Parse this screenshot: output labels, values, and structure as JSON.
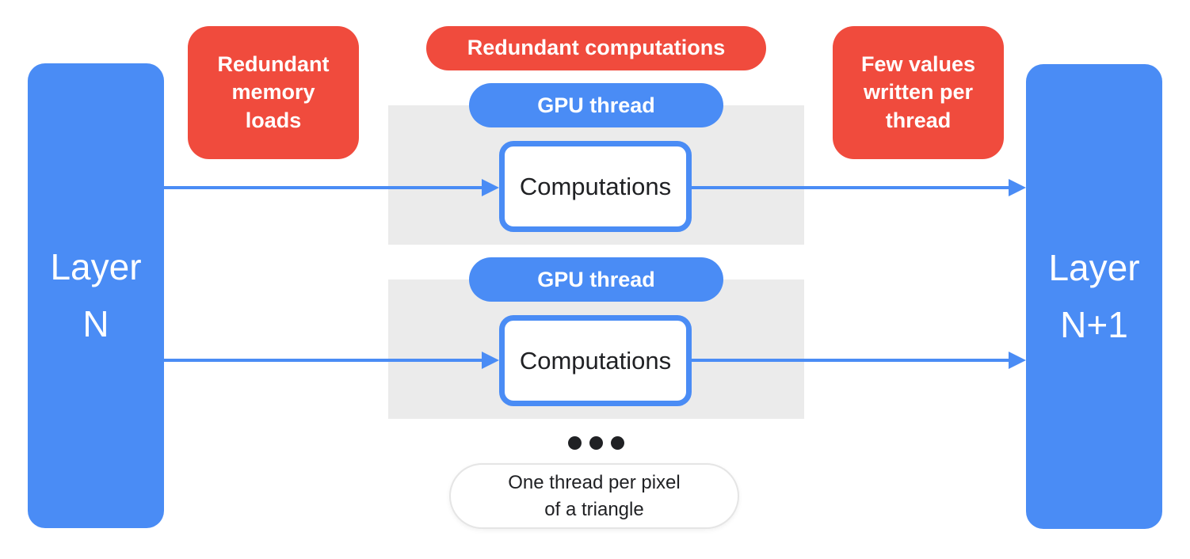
{
  "colors": {
    "blue": "#4A8CF5",
    "red": "#F04B3D",
    "panel_gray": "#EBEBEB",
    "dark_text": "#202124",
    "white": "#FFFFFF"
  },
  "layers": {
    "input": "Layer\nN",
    "output": "Layer\nN+1"
  },
  "annotations": {
    "memory": "Redundant\nmemory\nloads",
    "computations": "Redundant computations",
    "writes": "Few values\nwritten per\nthread"
  },
  "threads": [
    {
      "pill": "GPU thread",
      "box": "Computations"
    },
    {
      "pill": "GPU thread",
      "box": "Computations"
    }
  ],
  "icons": {
    "ellipsis": "more-threads-ellipsis"
  },
  "note": "One thread per pixel\nof a triangle"
}
